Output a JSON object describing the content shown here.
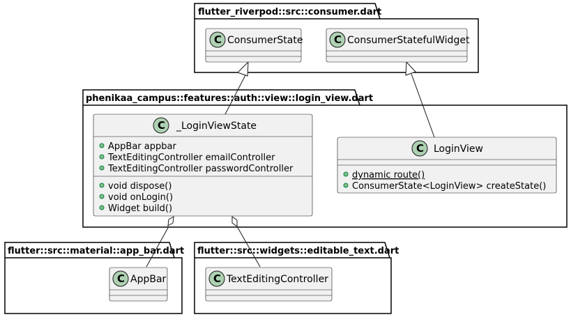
{
  "packages": {
    "riverpod": {
      "label": "flutter_riverpod::src::consumer.dart"
    },
    "login": {
      "label": "phenikaa_campus::features::auth::view::login_view.dart"
    },
    "material": {
      "label": "flutter::src::material::app_bar.dart"
    },
    "widgets": {
      "label": "flutter::src::widgets::editable_text.dart"
    }
  },
  "classes": {
    "consumer_state": {
      "name": "ConsumerState"
    },
    "consumer_stateful_widget": {
      "name": "ConsumerStatefulWidget"
    },
    "login_view_state": {
      "name": "_LoginViewState",
      "fields": [
        "AppBar appbar",
        "TextEditingController emailController",
        "TextEditingController passwordController"
      ],
      "methods": [
        "void dispose()",
        "void onLogin()",
        "Widget build()"
      ]
    },
    "login_view": {
      "name": "LoginView",
      "methods": [
        "dynamic route()",
        "ConsumerState<LoginView> createState()"
      ]
    },
    "app_bar": {
      "name": "AppBar"
    },
    "text_editing_controller": {
      "name": "TextEditingController"
    }
  },
  "glyph": "C",
  "colors": {
    "class_fill": "#f1f1f1",
    "class_circle": "#add1b2",
    "member_dot": "#84be84"
  }
}
